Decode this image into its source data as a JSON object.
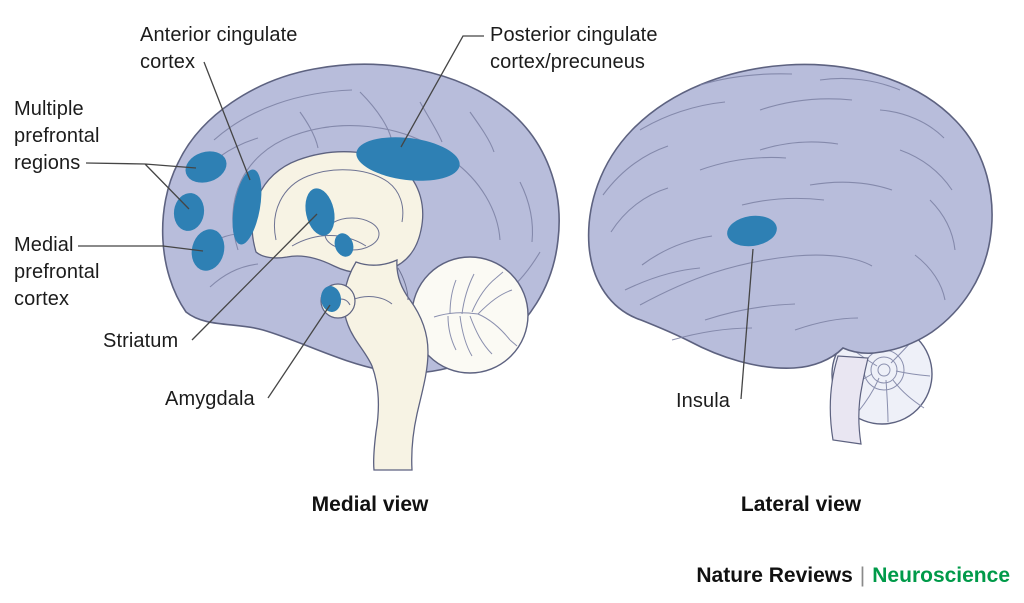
{
  "medial": {
    "caption": "Medial view",
    "labels": {
      "multiple_prefrontal": "Multiple prefrontal regions",
      "medial_prefrontal": "Medial prefrontal cortex",
      "anterior_cingulate": "Anterior cingulate cortex",
      "posterior_cingulate": "Posterior cingulate cortex/precuneus",
      "striatum": "Striatum",
      "amygdala": "Amygdala"
    }
  },
  "lateral": {
    "caption": "Lateral view",
    "labels": {
      "insula": "Insula"
    }
  },
  "credit": {
    "journal": "Nature Reviews",
    "separator": "|",
    "section": "Neuroscience"
  },
  "colors": {
    "highlight_blue": "#2e80b4",
    "brain_fill": "#b8bddb",
    "brain_outline": "#5d6280",
    "inner_cream": "#f7f3e4",
    "brand_green": "#009a49"
  }
}
